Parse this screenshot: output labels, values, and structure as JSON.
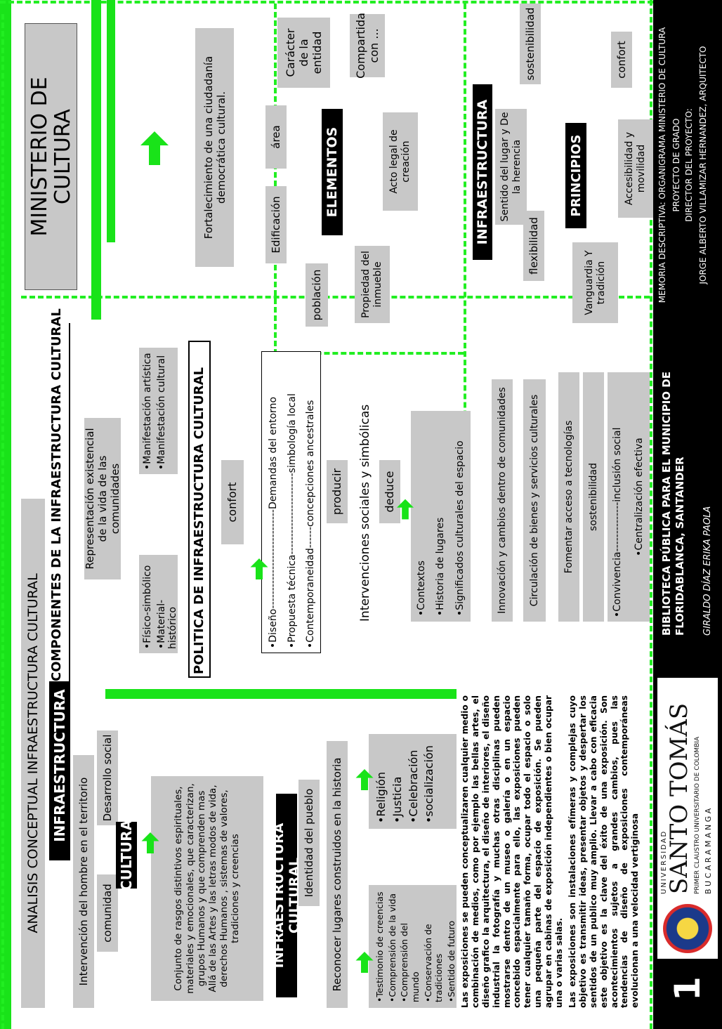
{
  "page_number": "1",
  "left": {
    "section_title": "ANALISIS CONCEPTUAL INFRAESTRUCTURA CULTURAL",
    "infra_heading": "INFRAESTRUCTURA",
    "infra_text": "Intervención del hombre en el territorio",
    "comunidad": "comunidad",
    "desarrollo": "Desarrollo social",
    "cultura_heading": "CULTURA",
    "cultura_text": "Conjunto de rasgos distintivos espirituales, materiales y emocionales, que caracterizan, grupos Humanos y que comprenden mas Allá de las Artes y las letras modos de vida, derechos Humanos , sistemas de valores, tradiciones y creencias",
    "infra_cultural_heading": "INFRAESTRUCTURA CULTURAL",
    "identidad": "Identidad del pueblo",
    "reconocer": "Reconocer lugares construidos en la historia",
    "list_a": [
      "•Testimonio de creencias",
      "•Comprensión de la vida",
      "•Comprensión del mundo",
      "•Conservación de tradiciones",
      "•Sentido de futuro"
    ],
    "list_b": [
      "•Religión",
      "•Justicia",
      "•Celebración",
      "•socialización"
    ]
  },
  "componentes": {
    "heading": "COMPONENTES DE LA INFRAESTRUCTURA CULTURAL",
    "representacion": "Representación existencial de la vida de las comunidades",
    "fisico": [
      "•Físico-simbólico",
      "•Material-histórico"
    ],
    "manifestacion": [
      "•Manifestación artística",
      "•Manifestación cultural"
    ]
  },
  "politica": {
    "heading": "POLITICA DE INFRAESTRUCTURA CULTURAL",
    "confort": "confort",
    "lines": [
      "•Diseño----------------------------Demandas del entorno",
      "•Propuesta técnica-----------------------simbología local",
      "•Contemporaneidad------concepciones ancestrales"
    ],
    "producir": "producir",
    "intervenciones": "Intervenciones sociales y simbólicas",
    "deduce": "deduce",
    "contextos": [
      "•Contextos",
      "•Historia de lugares",
      "•Significados culturales del espacio"
    ],
    "innovacion": "Innovación y cambios dentro de comunidades",
    "circulacion": "Circulación de bienes y servicios culturales",
    "fomentar": "Fomentar acceso a tecnologías",
    "sostenibilidad": "sostenibilidad",
    "convivencia": "•Convivencia--------------inclusión social",
    "centralizacion": "•Centralización efectiva"
  },
  "ministerio": {
    "title": "MINISTERIO DE CULTURA",
    "fortalecimiento": "Fortalecimiento de una ciudadanía democrática cultural."
  },
  "elementos": {
    "heading": "ELEMENTOS",
    "edificacion": "Edificación",
    "area": "área",
    "caracter": "Carácter de la entidad",
    "compartida": "Compartida con ...",
    "acto": "Acto legal de creación",
    "propiedad": "Propiedad del inmueble",
    "poblacion": "población"
  },
  "infra_principios": {
    "heading": "INFRAESTRUCTURA",
    "sentido": "Sentido del lugar y De la herencia",
    "principios": "PRINCIPIOS",
    "flexibilidad": "flexibilidad",
    "vanguardia": "Vanguardia Y tradición",
    "accesibilidad": "Accesibilidad y movilidad",
    "confort": "confort",
    "sostenibilidad": "sostenibilidad"
  },
  "paragraphs": [
    "Las exposiciones se pueden conceptualizaren cualquier medio o combinación de medios, como por ejemplo las bellas artes, el diseño grafico la arquitectura, el diseño de interiores, el diseño industrial la fotografía y muchas otras disciplinas pueden mostrarse dentro de un museo o galería o en un espacio concebido espacialmente para ello, las exposiciones pueden tener cualquier tamaño forma, ocupar todo el espacio o solo una pequeña parte del espacio de exposición. Se pueden agrupar en cabinas de exposición independientes o bien ocupar una o varias salas.",
    "Las exposiciones son instalaciones efímeras y complejas cuyo objetivo es transmitir ideas, presentar objetos y despertar los sentidos de un publico muy amplio. Llevar a cabo con eficacia este objetivo es la clave del éxito de una exposición. Son acontecimientos sujetos a grandes cambios, pues las tendencias de diseño de exposiciones contemporáneas evolucionan a una velocidad vertiginosa"
  ],
  "footer": {
    "uni_small": "UNIVERSIDAD",
    "uni_name": "SANTO TOMÁS",
    "uni_sub": "PRIMER CLAUSTRO UNIVERSITARIO DE COLOMBIA",
    "uni_city": "B U C A R A M A N G A",
    "project_title": "BIBLIOTECA PÚBLICA PARA EL MUNICIPIO DE FLORIDABLANCA, SANTANDER",
    "author": "GIRALDO DÍAZ ERIKA PAOLA",
    "memoria": "MEMORIA DESCRIPTIVA: ORGANIGRAMA MINISTERIO DE CULTURA",
    "proyecto": "PROYECTO DE GRADO",
    "director_label": "DIRECTOR DEL PROYECTO:",
    "director": "JORGE ALBERTO VILLAMIZAR HERNANDEZ, ARQUITECTO"
  }
}
